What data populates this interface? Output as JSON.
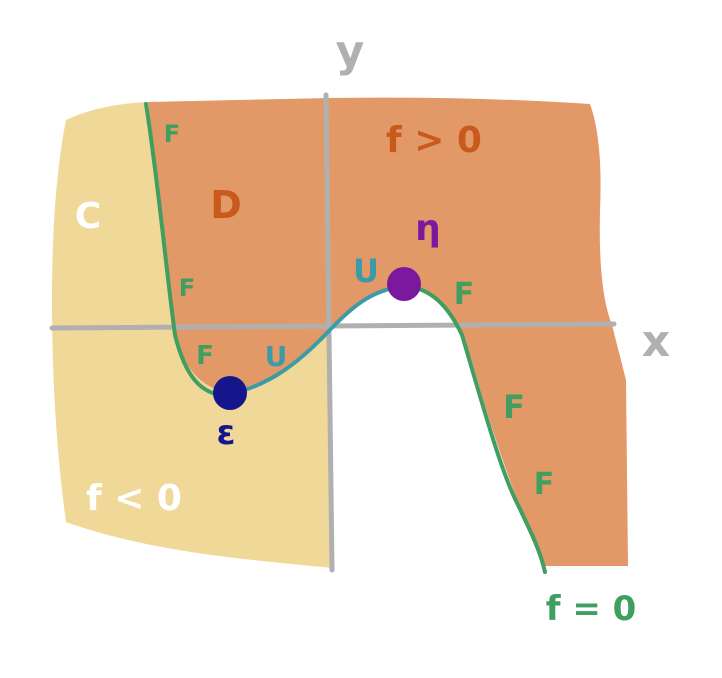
{
  "colors": {
    "background": "#ffffff",
    "region_negative": "#f0d898",
    "region_positive": "#e39868",
    "axis": "#b0b0b0",
    "curve_f": "#3f9e60",
    "curve_u": "#3d9ba8",
    "label_positive": "#c95a1e",
    "point_e": "#15168c",
    "point_eta": "#7a189e",
    "label_c": "#ffffff"
  },
  "labels": {
    "y_axis": "y",
    "x_axis": "x",
    "f_positive": "f > 0",
    "f_negative": "f < 0",
    "f_zero": "f = 0",
    "region_c": "C",
    "region_d": "D",
    "point_e": "ε",
    "point_eta": "η",
    "curve_f_letter": "F",
    "curve_u_letter": "U"
  }
}
